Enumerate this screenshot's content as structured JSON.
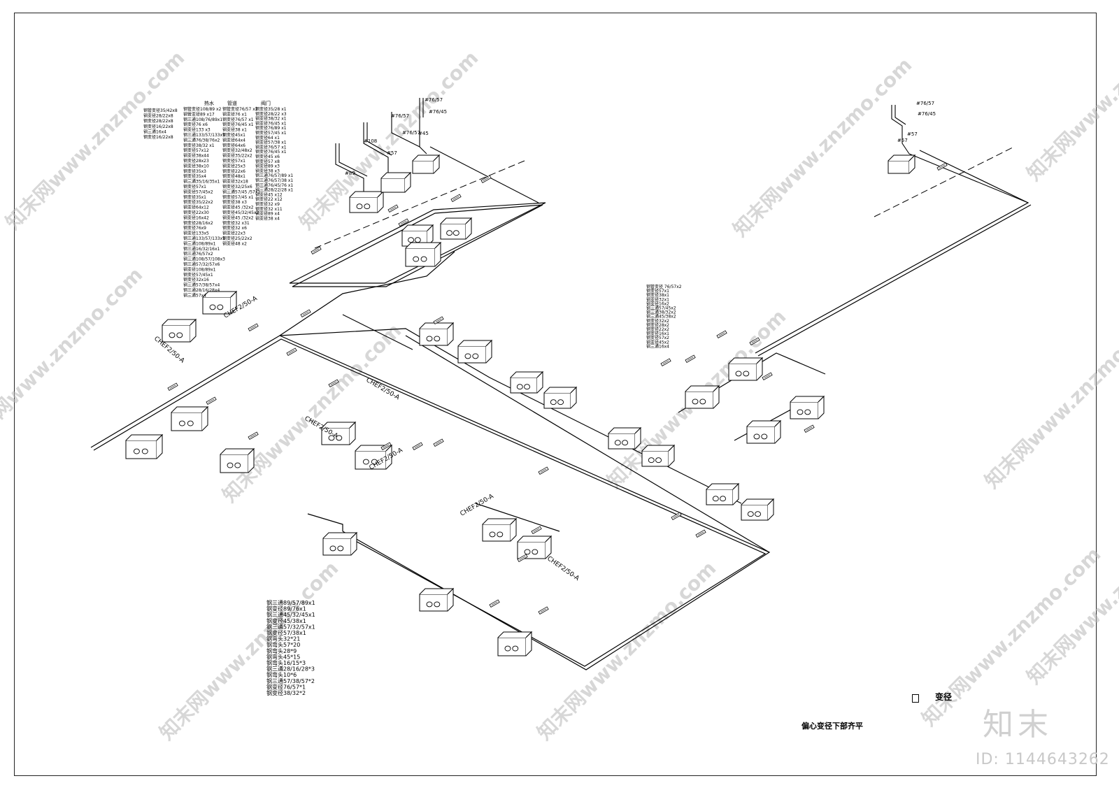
{
  "drawing": {
    "note_main": "偏心变径下部齐平",
    "note_variable": "变径",
    "logo_text": "知末",
    "logo_id": "ID: 1144643262"
  },
  "watermarks": [
    "知末网www.znzmo.com"
  ],
  "units": {
    "CHEF2/50-A": "CHEF2/50-A"
  },
  "list_top_left": {
    "col1_header": "热水",
    "col2_header": "管道",
    "col3_header": "阀门",
    "col0": [
      "钢管变径35/42x8",
      "钢变径28/22x8",
      "钢变径28/22x8",
      "钢变径16/22x8",
      "钢三通16x4",
      "钢变径16/22x8"
    ],
    "col1": [
      "钢管变径108/89 x2",
      "钢管变径89 x17",
      "钢三通108/76/89x1",
      "钢变径76 x6",
      "钢变径133 x3",
      "钢三通133/57/133x1",
      "钢三通76/38/76x2",
      "钢变径38/32 x1",
      "钢变径57x12",
      "钢变径38x44",
      "钢变径28x23",
      "钢变径38x10",
      "钢变径35x3",
      "钢变径35x4",
      "钢三通35/16/35x1",
      "钢变径57x1",
      "钢变径57/45x2",
      "钢变径35x1",
      "钢变径35/22x2",
      "钢变径64x12",
      "钢变径22x30",
      "钢变径16x42",
      "钢变径28/16x2",
      "钢变径76x9",
      "钢变径133x5",
      "钢三通133/57/133x1",
      "钢三通108/89x1",
      "钢三通16/32/16x1",
      "钢三通76/57x2",
      "钢三通108/57/108x3",
      "钢三通57/32/57x6",
      "钢变径108/89x1",
      "钢变径57/45x1",
      "钢变径32x16",
      "钢三通57/38/57x4",
      "钢三通28/16/28x4",
      "钢三通57x4"
    ],
    "col2": [
      "钢管变径76/57 x2",
      "钢变径76 x1",
      "钢变径76/57 x1",
      "钢变径76/45 x1",
      "钢变径38 x1",
      "钢变径45x1",
      "钢变径64x4",
      "钢变径64x6",
      "钢变径32/48x2",
      "钢变径35/22x2",
      "钢变径57x1",
      "钢变径25x3",
      "钢变径22x6",
      "钢变径48x1",
      "钢变径32x18",
      "钢变径32/25x6",
      "钢三通57/45 /57x1",
      "钢变径57/45 x1",
      "钢变径38 x3",
      "钢变径45 /32x2",
      "钢变径45/32/45x2",
      "钢变径45 /32x2",
      "钢变径32 x31",
      "钢变径32 x6",
      "钢变径22x3",
      "钢变径25/22x2",
      "钢变径48 x2"
    ],
    "col3": [
      "钢变径35/28 x1",
      "钢变径28/22 x3",
      "钢变径38/32 x1",
      "钢变径76/45 x1",
      "钢变径76/89 x1",
      "钢变径57/45 x1",
      "钢变径64 x1",
      "钢变径57/38 x1",
      "钢变径76/57 x1",
      "钢变径76/45 x1",
      "钢变径45 x6",
      "钢变径57 x8",
      "钢变径89 x3",
      "钢变径38 x3",
      "钢三通76/57/89 x1",
      "钢三通76/57/38 x1",
      "钢三通76/45/76 x1",
      "钢三通28/22/28 x1",
      "钢变径45 x12",
      "钢变径22 x12",
      "钢变径32 x9",
      "钢变径32 x11",
      "钢变径89 x4",
      "钢变径38 x4"
    ]
  },
  "list_mid_right": [
    "钢管变径 76/57x2",
    "钢变径57x1",
    "钢变径38x1",
    "钢变径32x1",
    "钢变径16x2",
    "钢三通57/45x2",
    "钢三通38/32x2",
    "钢三通45/38x2",
    "钢变径32x2",
    "钢变径28x2",
    "钢变径22x2",
    "钢变径16x1",
    "钢变径57x2",
    "钢变径45x2",
    "钢三通16x4"
  ],
  "list_bottom": [
    "钢三通89/57/89x1",
    "钢变径89/76x1",
    "钢三通45/32/45x1",
    "钢变径45/38x1",
    "钢三通57/32/57x1",
    "钢变径57/38x1",
    "钢弯头32*21",
    "钢弯头57*20",
    "钢弯头28*9",
    "钢弯头45*15",
    "钢弯头16/15*3",
    "钢三通28/16/28*3",
    "钢弯头10*6",
    "钢三通57/38/57*2",
    "钢变径76/57*1",
    "钢变径38/32*2"
  ],
  "riser_labels": {
    "r1": [
      "#76/57",
      "#76/45",
      "#76/57",
      "#76/57",
      "#45",
      "#108",
      "#57",
      "#89"
    ],
    "r2": [
      "#76/57",
      "#76/45",
      "#57",
      "#57"
    ]
  }
}
